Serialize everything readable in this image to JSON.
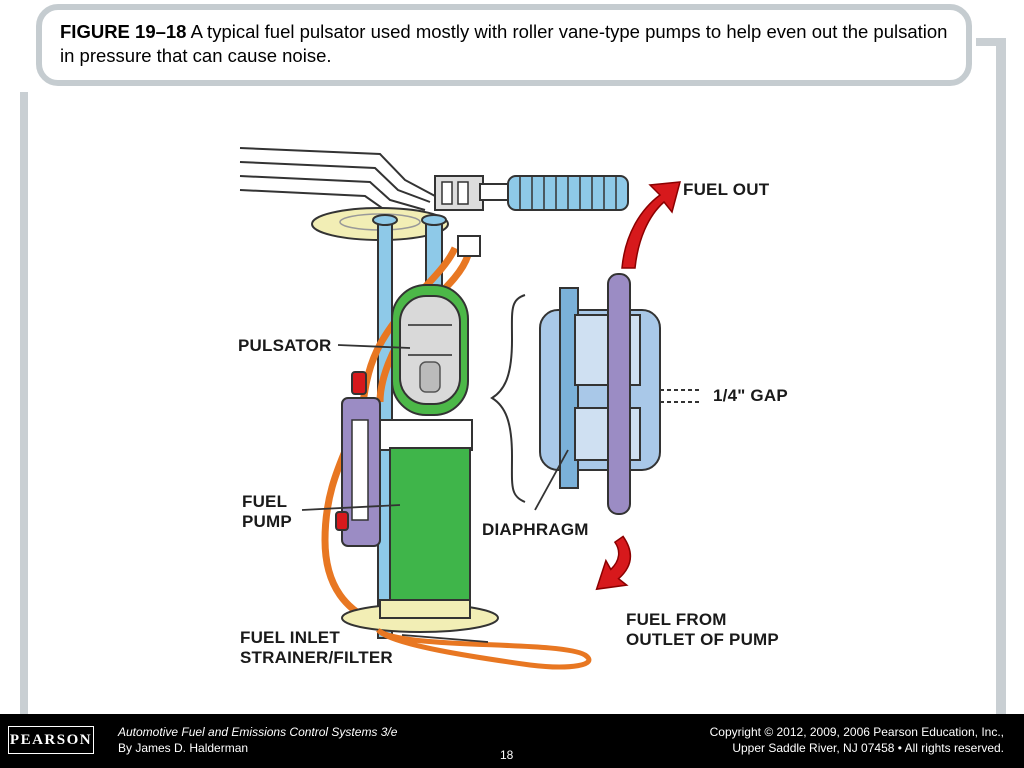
{
  "caption": {
    "figure_number": "FIGURE 19–18",
    "text": " A typical fuel pulsator used mostly with roller vane-type pumps to help even out the pulsation in pressure that can cause noise."
  },
  "diagram": {
    "labels": {
      "fuel_out": "FUEL OUT",
      "pulsator": "PULSATOR",
      "gap": "1/4\" GAP",
      "fuel": "FUEL",
      "pump": "PUMP",
      "diaphragm": "DIAPHRAGM",
      "fuel_inlet": "FUEL INLET",
      "strainer_filter": "STRAINER/FILTER",
      "fuel_from": "FUEL FROM",
      "outlet_of_pump": "OUTLET OF PUMP"
    },
    "colors": {
      "tube_blue": "#8ec9e8",
      "pulsator_green": "#4cb848",
      "pump_green": "#3fb54a",
      "hose_orange": "#e87722",
      "arrow_red": "#d7191c",
      "body_purple": "#9b8cc4",
      "diaphragm_blue": "#7bb1d9",
      "flange_yellow": "#f2eeb5"
    }
  },
  "footer": {
    "logo": "PEARSON",
    "book_title": "Automotive Fuel and Emissions Control Systems 3/e",
    "author": "By James D. Halderman",
    "copyright_line1": "Copyright © 2012, 2009, 2006 Pearson Education, Inc.,",
    "copyright_line2": "Upper Saddle River, NJ 07458 • All rights reserved.",
    "page_number": "18"
  }
}
